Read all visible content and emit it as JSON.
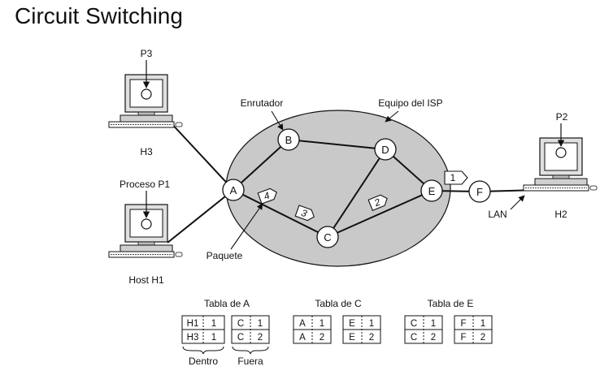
{
  "title": "Circuit Switching",
  "labels": {
    "isp": "Equipo del ISP",
    "router": "Enrutador",
    "packet": "Paquete",
    "lan": "LAN",
    "process_p1": "Proceso P1",
    "p3": "P3",
    "p2": "P2",
    "host_h1": "Host H1",
    "h3": "H3",
    "h2": "H2"
  },
  "nodes": {
    "a": "A",
    "b": "B",
    "c": "C",
    "d": "D",
    "e": "E",
    "f": "F"
  },
  "packets": {
    "p1": "1",
    "p2": "2",
    "p3": "3",
    "p4": "4"
  },
  "tables": [
    {
      "title": "Tabla de A",
      "rows": [
        {
          "in_node": "H1",
          "in_id": "1",
          "out_node": "C",
          "out_id": "1"
        },
        {
          "in_node": "H3",
          "in_id": "1",
          "out_node": "C",
          "out_id": "2"
        }
      ]
    },
    {
      "title": "Tabla de C",
      "rows": [
        {
          "in_node": "A",
          "in_id": "1",
          "out_node": "E",
          "out_id": "1"
        },
        {
          "in_node": "A",
          "in_id": "2",
          "out_node": "E",
          "out_id": "2"
        }
      ]
    },
    {
      "title": "Tabla de E",
      "rows": [
        {
          "in_node": "C",
          "in_id": "1",
          "out_node": "F",
          "out_id": "1"
        },
        {
          "in_node": "C",
          "in_id": "2",
          "out_node": "F",
          "out_id": "2"
        }
      ]
    }
  ],
  "table_labels": {
    "in": "Dentro",
    "out": "Fuera"
  }
}
